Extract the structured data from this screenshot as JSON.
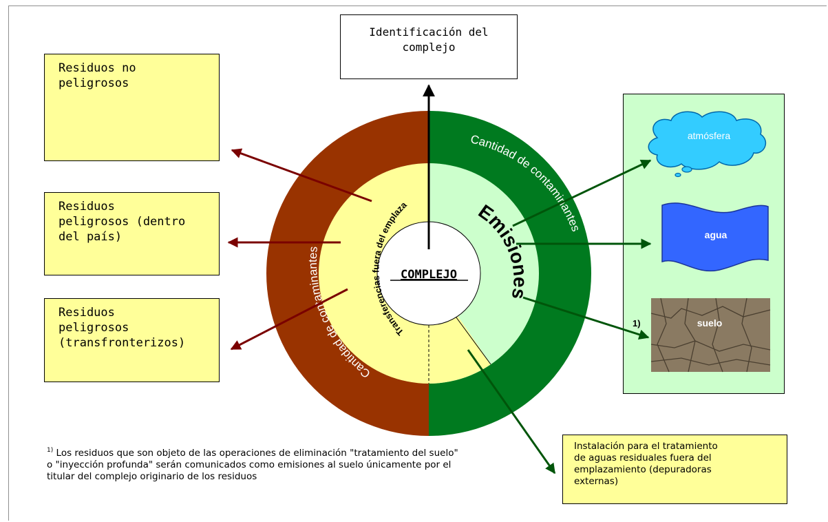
{
  "identification": {
    "label": "Identificación del\ncomplejo"
  },
  "waste_boxes": [
    {
      "label": "Residuos no\npeligrosos"
    },
    {
      "label": "Residuos\npeligrosos (dentro\ndel país)"
    },
    {
      "label": "Residuos\npeligrosos\n(transfronterizos)"
    }
  ],
  "center": {
    "label": "COMPLEJO"
  },
  "inner_ring": {
    "left_label": "Transferencias fuera del emplazamiento",
    "right_label": "Emisiones"
  },
  "outer_ring": {
    "left_label": "Cantidad de contaminantes",
    "right_label": "Cantidad de contaminantes"
  },
  "media": [
    {
      "label": "atmósfera"
    },
    {
      "label": "agua"
    },
    {
      "label": "suelo",
      "marker": "1)"
    }
  ],
  "treatment_box": {
    "label": "Instalación para el  tratamiento\nde aguas residuales fuera del\nemplazamiento (depuradoras\nexternas)"
  },
  "footnote": {
    "marker": "1)",
    "text": "Los residuos que son objeto de las operaciones de eliminación \"tratamiento del suelo\" o \"inyección profunda\" serán comunicados como emisiones al suelo únicamente por el titular del complejo originario de los residuos"
  },
  "colors": {
    "brown": "#993300",
    "green": "#007a1f",
    "dark_green": "#00550a",
    "dark_red": "#7a0000",
    "yellow": "#ffff99",
    "light_green": "#ccffcc",
    "sky": "#33ccff",
    "water": "#3366ff"
  }
}
